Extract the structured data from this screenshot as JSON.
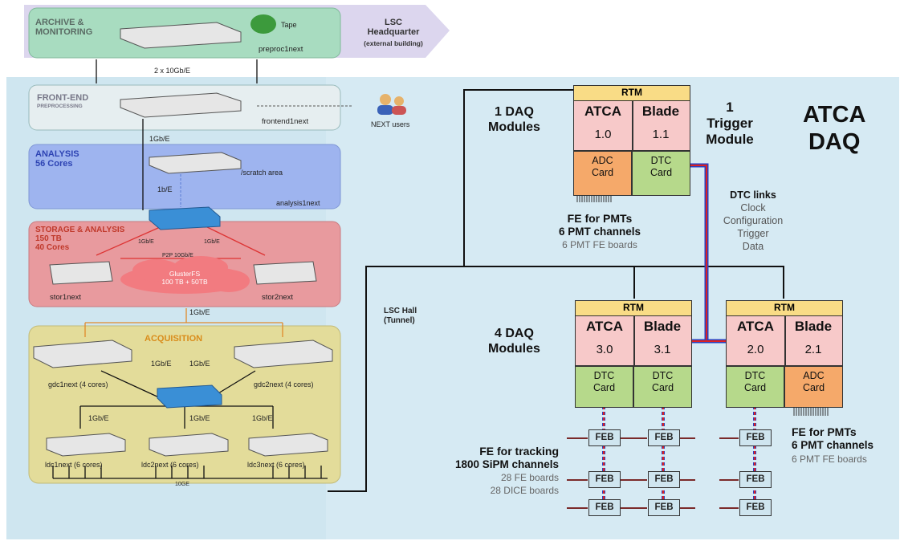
{
  "headquarter": {
    "title": "ARCHIVE &\nMONITORING",
    "tape": "Tape",
    "server": "preproc1next",
    "lsc_title": "LSC\nHeadquarter",
    "lsc_sub": "(external building)",
    "link": "2 x 10Gb/E"
  },
  "frontend": {
    "title": "FRONT-END",
    "subtitle": "PREPROCESSING",
    "server": "frontend1next",
    "users": "NEXT users",
    "link": "1Gb/E"
  },
  "analysis": {
    "title": "ANALYSIS\n56 Cores",
    "scratch": "/scratch area",
    "link": "1b/E",
    "server": "analysis1next"
  },
  "storage": {
    "title": "STORAGE & ANALYSIS\n150 TB\n40 Cores",
    "link_left": "1Gb/E",
    "link_right": "1Gb/E",
    "p2p": "P2P 10Gb/E",
    "gluster": "GlusterFS\n100 TB + 50TB",
    "server_left": "stor1next",
    "server_right": "stor2next",
    "link_down": "1Gb/E"
  },
  "acquisition": {
    "title": "ACQUISITION",
    "gdc1": "gdc1next (4 cores)",
    "gdc2": "gdc2next (4 cores)",
    "link_a": "1Gb/E",
    "link_b": "1Gb/E",
    "link_c": "1Gb/E",
    "link_d": "1Gb/E",
    "link_e": "1Gb/E",
    "ldc1": "ldc1next (6 cores)",
    "ldc2": "ldc2next (6 cores)",
    "ldc3": "ldc3next (6 cores)",
    "bottom": "10GE"
  },
  "hall": {
    "label": "LSC Hall\n(Tunnel)"
  },
  "atca_title": "ATCA\nDAQ",
  "trigger": {
    "modules_label": "1 DAQ\nModules",
    "trigger_label": "1\nTrigger\nModule",
    "rtm": "RTM",
    "atca": "ATCA",
    "blade": "Blade",
    "num_left": "1.0",
    "num_right": "1.1",
    "card_left": "ADC\nCard",
    "card_right": "DTC\nCard",
    "fe_title": "FE for PMTs",
    "fe_channels": "6 PMT channels",
    "fe_boards": "6 PMT FE boards"
  },
  "dtc_links": {
    "title": "DTC links",
    "items": [
      "Clock",
      "Configuration",
      "Trigger",
      "Data"
    ]
  },
  "daq4": {
    "label": "4 DAQ\nModules",
    "rtm": "RTM",
    "atca": "ATCA",
    "blade": "Blade",
    "num_left": "3.0",
    "num_right": "3.1",
    "card_left": "DTC\nCard",
    "card_right": "DTC\nCard"
  },
  "daq2": {
    "rtm": "RTM",
    "atca": "ATCA",
    "blade": "Blade",
    "num_left": "2.0",
    "num_right": "2.1",
    "card_left": "DTC\nCard",
    "card_right": "ADC\nCard",
    "fe_title": "FE for PMTs",
    "fe_channels": "6 PMT channels",
    "fe_boards": "6 PMT FE boards"
  },
  "tracking": {
    "title": "FE for tracking",
    "channels": "1800 SiPM channels",
    "fe_boards": "28 FE boards",
    "dice_boards": "28 DICE boards"
  },
  "feb_label": "FEB",
  "colors": {
    "hq_zone": "#a8dcc0",
    "front_zone": "#e6eef0",
    "analysis_zone": "#9eb4ef",
    "storage_zone": "#e89a9e",
    "acq_zone": "#e3dc9a",
    "atca_bg": "#d4e9f2",
    "rtm": "#f9dc86",
    "blade": "#f7c9c9",
    "adc": "#f5a96a",
    "dtc": "#b6d98b",
    "feb": "#cfe5ef"
  }
}
